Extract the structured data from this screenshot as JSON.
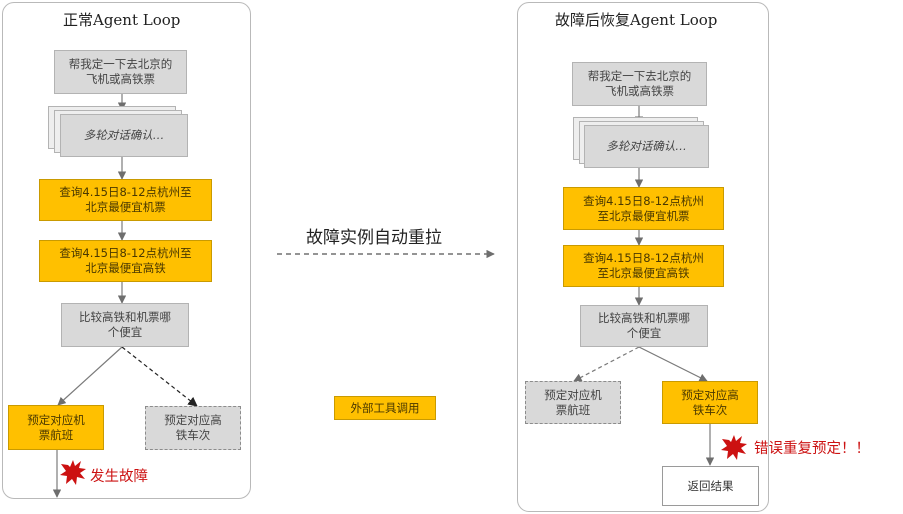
{
  "left_panel": {
    "title": "正常Agent Loop",
    "book_request": "帮我定一下去北京的\n飞机或高铁票",
    "multi_turn": "多轮对话确认…",
    "query_flight": "查询4.15日8-12点杭州至\n北京最便宜机票",
    "query_train": "查询4.15日8-12点杭州至\n北京最便宜高铁",
    "compare": "比较高铁和机票哪\n个便宜",
    "book_flight": "预定对应机\n票航班",
    "book_train": "预定对应高\n铁车次",
    "failure": "发生故障"
  },
  "middle": {
    "restart_label": "故障实例自动重拉",
    "external_tool_legend": "外部工具调用"
  },
  "right_panel": {
    "title": "故障后恢复Agent Loop",
    "book_request": "帮我定一下去北京的\n飞机或高铁票",
    "multi_turn": "多轮对话确认…",
    "query_flight": "查询4.15日8-12点杭州\n至北京最便宜机票",
    "query_train": "查询4.15日8-12点杭州\n至北京最便宜高铁",
    "compare": "比较高铁和机票哪\n个便宜",
    "book_flight": "预定对应机\n票航班",
    "book_train": "预定对应高\n铁车次",
    "error": "错误重复预定！！",
    "return": "返回结果"
  },
  "colors": {
    "tool_call": "#ffc000",
    "step": "#d9d9d9",
    "alert": "#cc1111"
  }
}
